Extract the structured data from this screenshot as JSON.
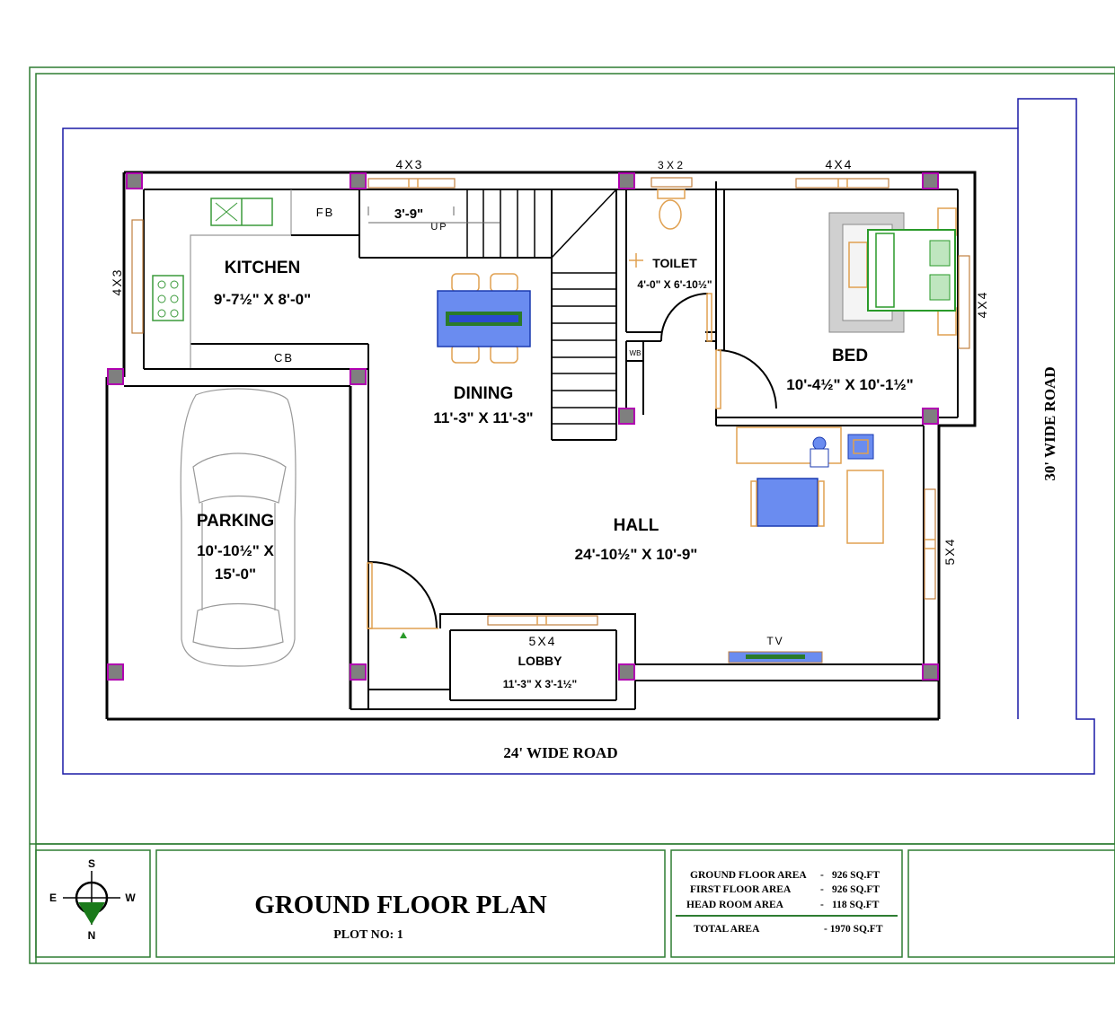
{
  "rooms": {
    "kitchen": {
      "name": "KITCHEN",
      "size": "9'-7½\" X 8'-0\""
    },
    "dining": {
      "name": "DINING",
      "size": "11'-3\" X 11'-3\""
    },
    "toilet": {
      "name": "TOILET",
      "size": "4'-0\" X 6'-10½\""
    },
    "bed": {
      "name": "BED",
      "size": "10'-4½\" X 10'-1½\""
    },
    "hall": {
      "name": "HALL",
      "size": "24'-10½\" X 10'-9\""
    },
    "parking": {
      "name": "PARKING",
      "size_line1": "10'-10½\" X",
      "size_line2": "15'-0\""
    },
    "lobby": {
      "name": "LOBBY",
      "size": "11'-3\" X 3'-1½\""
    }
  },
  "fixtures": {
    "fb": "FB",
    "cb": "CB",
    "up": "UP",
    "wb": "WB",
    "tv": "TV",
    "stair_width": "3'-9\""
  },
  "openings": {
    "w_kitchen_top": "4X3",
    "w_toilet_top": "3 X 2",
    "w_bed_top": "4X4",
    "w_kitchen_left": "4X3",
    "w_bed_right": "4X4",
    "w_hall_right": "5X4",
    "w_lobby": "5X4"
  },
  "roads": {
    "bottom": "24' WIDE ROAD",
    "right": "30' WIDE ROAD"
  },
  "title_block": {
    "title": "GROUND FLOOR PLAN",
    "plot": "PLOT NO: 1",
    "compass": {
      "s": "S",
      "e": "E",
      "w": "W",
      "n": "N"
    },
    "areas": [
      {
        "label": "GROUND FLOOR AREA",
        "sep": "-",
        "value": "926 SQ.FT"
      },
      {
        "label": "FIRST FLOOR AREA",
        "sep": "-",
        "value": "926 SQ.FT"
      },
      {
        "label": "HEAD ROOM AREA",
        "sep": "-",
        "value": "118 SQ.FT"
      }
    ],
    "total": {
      "label": "TOTAL AREA",
      "value": "- 1970 SQ.FT"
    }
  },
  "colors": {
    "frame": "#2e7d32",
    "road_outline": "#1a1aa6",
    "column_fill": "#7f7f7f",
    "column_outline": "#b000b0",
    "furniture": "#e0a050"
  }
}
